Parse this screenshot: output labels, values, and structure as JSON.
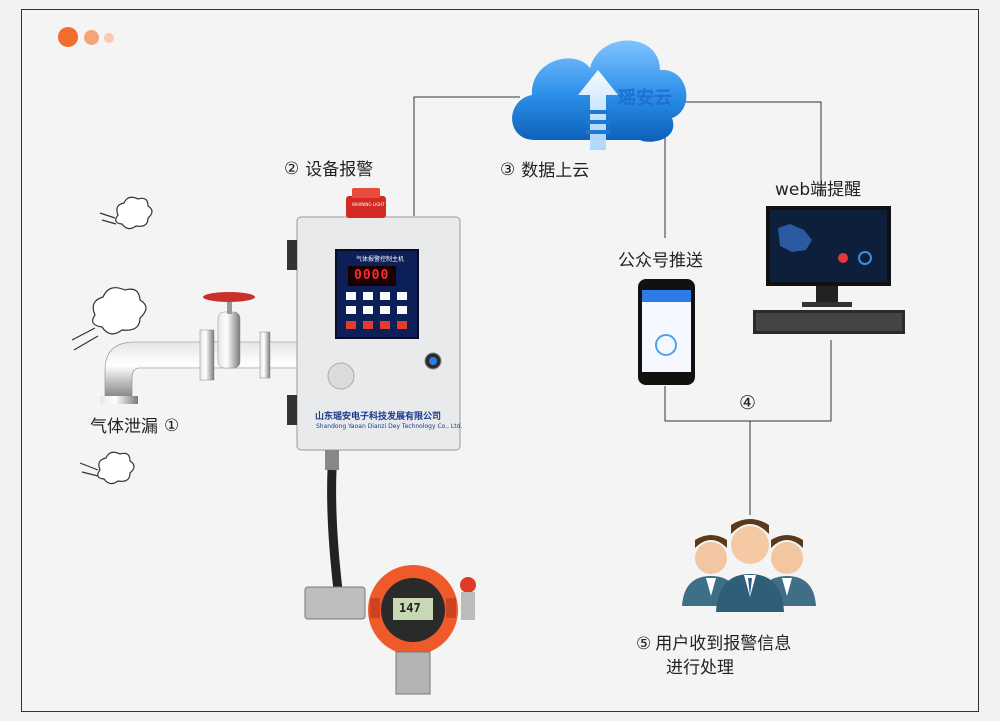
{
  "labels": {
    "cloud": "瑶安云",
    "step1": "气体泄漏",
    "step1_num": "①",
    "step2": "设备报警",
    "step2_num": "②",
    "step3": "数据上云",
    "step3_num": "③",
    "step4_num": "④",
    "step5_line1": "用户收到报警信息",
    "step5_line2": "进行处理",
    "step5_num": "⑤",
    "wechat": "公众号推送",
    "web": "web端提醒"
  },
  "controller": {
    "panel_title": "气体报警控制主机",
    "display": "0000",
    "company_cn": "山东瑶安电子科技发展有限公司",
    "company_en": "Shandong Yaoan Dianzi Dey Technology Co., Ltd.",
    "warning_light": "WARNING LIGHT"
  },
  "detector": {
    "reading": "147"
  },
  "colors": {
    "accent_orange": "#f26c2c",
    "line": "#333333",
    "cloud_blue": "#2a8ee8"
  }
}
